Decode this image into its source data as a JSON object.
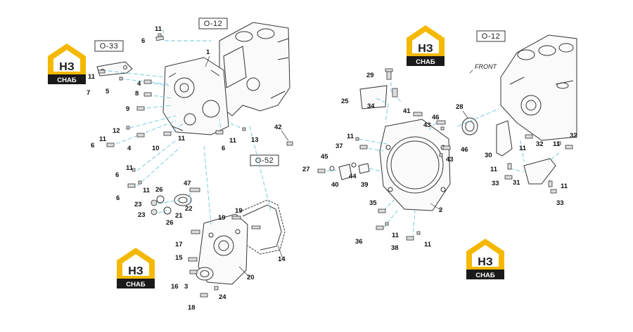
{
  "diagram": {
    "reference_labels": [
      "O-12",
      "O-33",
      "O-52",
      "O-12"
    ],
    "front_label": "FRONT",
    "watermark": {
      "top_text": "НЗ",
      "bottom_text": "СНАБ",
      "accent": "#f5b800",
      "dark": "#1a1a1a"
    },
    "callouts": {
      "c11a": "11",
      "c6a": "6",
      "c1": "1",
      "c11b": "11",
      "c7": "7",
      "c5": "5",
      "c4a": "4",
      "c8": "8",
      "c9": "9",
      "c12": "12",
      "c11c": "11",
      "c6b": "6",
      "c4b": "4",
      "c10": "10",
      "c11d": "11",
      "c6c": "6",
      "c11e": "11",
      "c13": "13",
      "c42": "42",
      "c11f": "11",
      "c6d": "6",
      "c11g": "11",
      "c6e": "6",
      "c26a": "26",
      "c47": "47",
      "c23a": "23",
      "c22": "22",
      "c23b": "23",
      "c21": "21",
      "c26b": "26",
      "c19a": "19",
      "c19b": "19",
      "c17": "17",
      "c15": "15",
      "c14": "14",
      "c20": "20",
      "c16": "16",
      "c3": "3",
      "c18": "18",
      "c24": "24",
      "c29": "29",
      "c25": "25",
      "c34": "34",
      "c41": "41",
      "c46a": "46",
      "c43a": "43",
      "c28": "28",
      "c11h": "11",
      "c37": "37",
      "c45": "45",
      "c27": "27",
      "c44": "44",
      "c40": "40",
      "c39": "39",
      "c46b": "46",
      "c43b": "43",
      "c35": "35",
      "c2": "2",
      "c11i": "11",
      "c36": "36",
      "c38": "38",
      "c11j": "11",
      "c30": "30",
      "c11k": "11",
      "c32a": "32",
      "c32b": "32",
      "c11l": "11",
      "c11m": "11",
      "c33a": "33",
      "c31": "31",
      "c11n": "11",
      "c33b": "33"
    }
  }
}
